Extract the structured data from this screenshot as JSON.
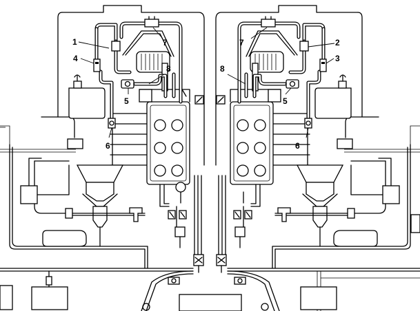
{
  "callouts": {
    "left": [
      {
        "id": "c1",
        "label": "1"
      },
      {
        "id": "c4",
        "label": "4"
      },
      {
        "id": "c5",
        "label": "5"
      },
      {
        "id": "c6",
        "label": "6"
      },
      {
        "id": "c7",
        "label": "7"
      },
      {
        "id": "c8",
        "label": "8"
      }
    ],
    "right": [
      {
        "id": "c2",
        "label": "2"
      },
      {
        "id": "c3",
        "label": "3"
      },
      {
        "id": "c5",
        "label": "5"
      },
      {
        "id": "c6",
        "label": "6"
      },
      {
        "id": "c7",
        "label": "7"
      },
      {
        "id": "c8",
        "label": "8"
      }
    ]
  }
}
